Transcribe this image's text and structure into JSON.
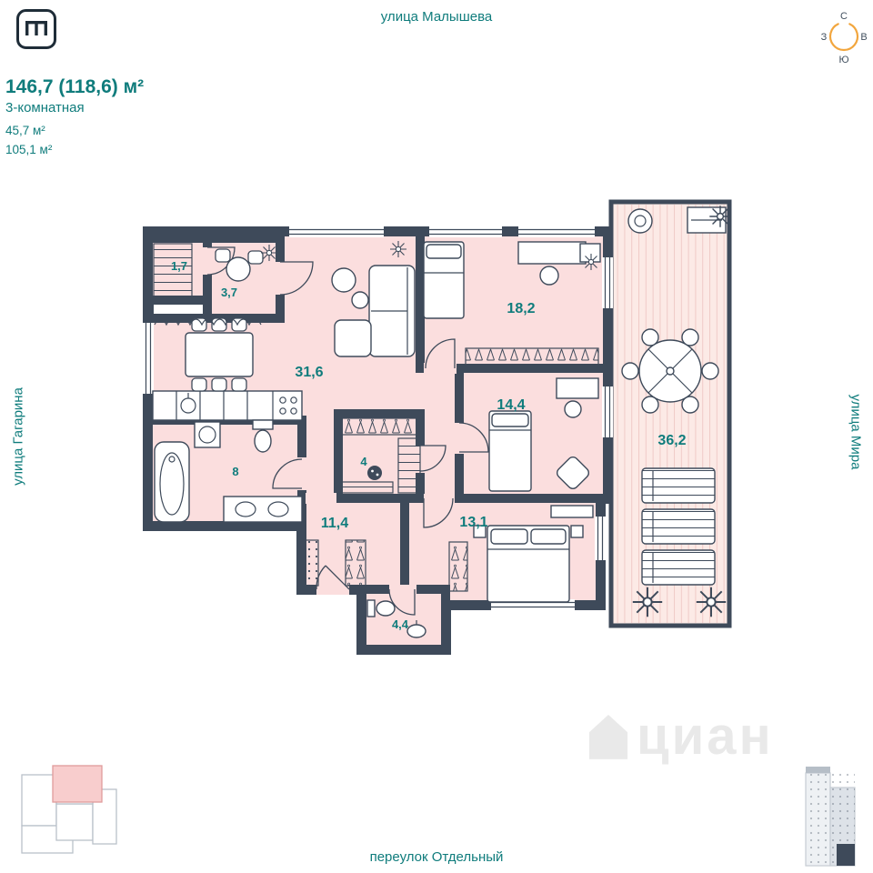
{
  "colors": {
    "teal": "#0f7c7c",
    "wall": "#3e4a5a",
    "room": "#fbdede",
    "terrace": "#fceae6",
    "board": "#f0cbc8",
    "accent": "#f2a63e",
    "watermark": "#e9e9e9"
  },
  "streets": {
    "top": "улица Малышева",
    "left": "улица Гагарина",
    "right": "улица Мира",
    "bottom": "переулок Отдельный"
  },
  "apartment": {
    "title": "146,7 (118,6) м²",
    "subtitle": "3-комнатная",
    "area1": "45,7 м²",
    "area2": "105,1 м²"
  },
  "compass": {
    "north": "С",
    "east": "В",
    "south": "Ю",
    "west": "З"
  },
  "rooms": {
    "storage": "1,7",
    "entry": "3,7",
    "living": "31,6",
    "bedroom1": "18,2",
    "bedroom2": "14,4",
    "terrace": "36,2",
    "wardrobe": "4",
    "bathroom": "8",
    "hall": "11,4",
    "bedroom3": "13,1",
    "wc": "4,4"
  },
  "watermark": "циан"
}
